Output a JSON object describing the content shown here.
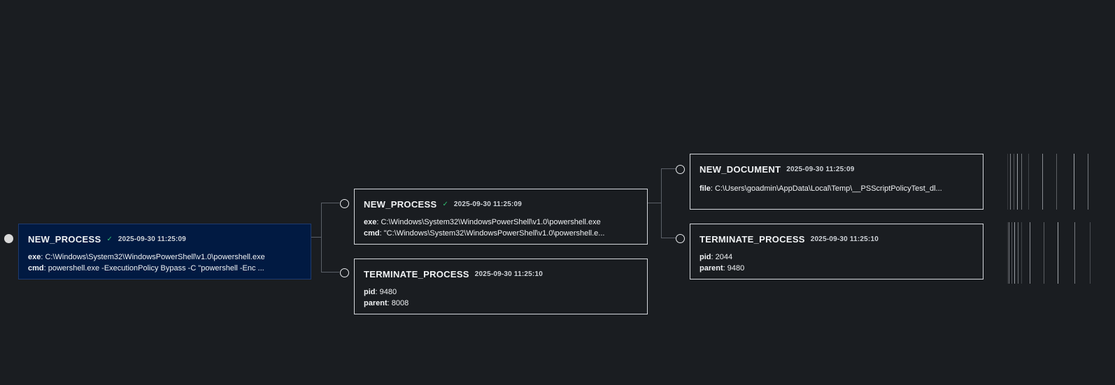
{
  "nodes": [
    {
      "type": "NEW_PROCESS",
      "check": "✓",
      "timestamp": "2025-09-30 11:25:09",
      "fields": [
        {
          "key": "exe",
          "value": "C:\\Windows\\System32\\WindowsPowerShell\\v1.0\\powershell.exe"
        },
        {
          "key": "cmd",
          "value": "powershell.exe -ExecutionPolicy Bypass -C \"powershell -Enc ..."
        }
      ]
    },
    {
      "type": "NEW_PROCESS",
      "check": "✓",
      "timestamp": "2025-09-30 11:25:09",
      "fields": [
        {
          "key": "exe",
          "value": "C:\\Windows\\System32\\WindowsPowerShell\\v1.0\\powershell.exe"
        },
        {
          "key": "cmd",
          "value": "\"C:\\Windows\\System32\\WindowsPowerShell\\v1.0\\powershell.e..."
        }
      ]
    },
    {
      "type": "TERMINATE_PROCESS",
      "timestamp": "2025-09-30 11:25:10",
      "fields": [
        {
          "key": "pid",
          "value": "9480"
        },
        {
          "key": "parent",
          "value": "8008"
        }
      ]
    },
    {
      "type": "NEW_DOCUMENT",
      "timestamp": "2025-09-30 11:25:09",
      "fields": [
        {
          "key": "file",
          "value": "C:\\Users\\goadmin\\AppData\\Local\\Temp\\__PSScriptPolicyTest_dl..."
        }
      ]
    },
    {
      "type": "TERMINATE_PROCESS",
      "timestamp": "2025-09-30 11:25:10",
      "fields": [
        {
          "key": "pid",
          "value": "2044"
        },
        {
          "key": "parent",
          "value": "9480"
        }
      ]
    }
  ]
}
